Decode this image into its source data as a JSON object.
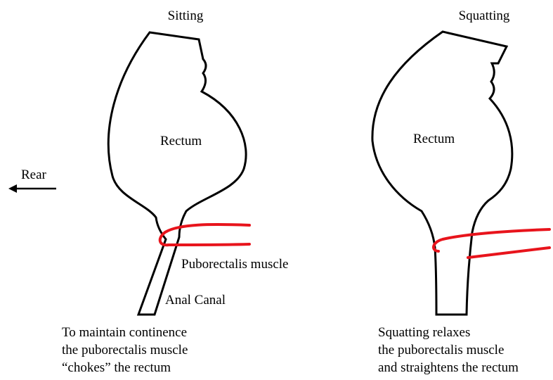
{
  "colors": {
    "outline": "#000000",
    "muscle": "#e8141c",
    "background": "#ffffff"
  },
  "left_panel": {
    "title": "Sitting",
    "rectum_label": "Rectum",
    "muscle_label": "Puborectalis muscle",
    "canal_label": "Anal Canal",
    "caption": [
      "To maintain continence",
      "the puborectalis muscle",
      "“chokes” the rectum"
    ]
  },
  "right_panel": {
    "title": "Squatting",
    "rectum_label": "Rectum",
    "caption": [
      "Squatting relaxes",
      "the puborectalis muscle",
      "and straightens the rectum"
    ]
  },
  "direction": {
    "label": "Rear",
    "arrow_icon": "left-arrow-icon"
  }
}
